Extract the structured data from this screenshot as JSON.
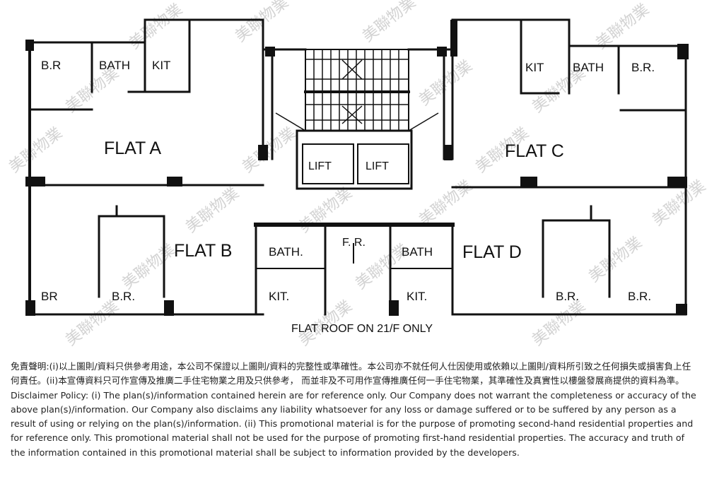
{
  "floorplan": {
    "rooms": {
      "flat_a": "FLAT A",
      "flat_b": "FLAT B",
      "flat_c": "FLAT C",
      "flat_d": "FLAT D",
      "br_a": "B.R",
      "bath_a": "BATH",
      "kit_a": "KIT",
      "kit_c": "KIT",
      "bath_c": "BATH",
      "br_c": "B.R.",
      "lift_1": "LIFT",
      "lift_2": "LIFT",
      "fr": "F. R.",
      "bath_b": "BATH.",
      "kit_b": "KIT.",
      "bath_d": "BATH",
      "kit_d": "KIT.",
      "br_b1": "BR",
      "br_b2": "B.R.",
      "br_d1": "B.R.",
      "br_d2": "B.R."
    },
    "note": "FLAT ROOF ON 21/F ONLY",
    "watermark": "美聯物業"
  },
  "disclaimer": {
    "zh": "免責聲明:(i)以上圖則/資料只供參考用途，本公司不保證以上圖則/資料的完整性或準確性。本公司亦不就任何人仕因使用或依賴以上圖則/資料所引致之任何損失或損害負上任何責任。(ii)本宣傳資料只可作宣傳及推廣二手住宅物業之用及只供參考， 而並非及不可用作宣傳推廣任何一手住宅物業，其準確性及真實性以樓盤發展商提供的資料為準。",
    "en": "Disclaimer Policy: (i) The plan(s)/information contained herein are for reference only. Our Company does not warrant the completeness or accuracy of the above plan(s)/information. Our Company also disclaims any liability whatsoever for any loss or damage suffered or to be suffered by any person as a result of using or relying on the plan(s)/information. (ii) This promotional material is for the purpose of promoting second-hand residential properties and for reference only. This promotional material shall not be used for the purpose of promoting first-hand residential properties. The accuracy and truth of the information contained in this promotional material shall be subject to information provided by the developers."
  }
}
